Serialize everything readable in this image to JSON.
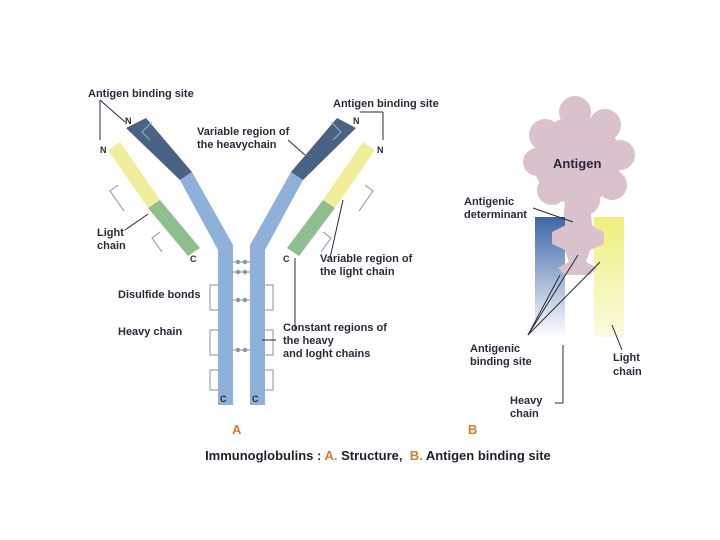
{
  "labels": {
    "antigen_binding_site_left": "Antigen binding site",
    "antigen_binding_site_right": "Antigen binding site",
    "n_terminal": "N",
    "c_terminal": "C",
    "variable_region_heavy_line1": "Variable region of",
    "variable_region_heavy_line2": "the heavychain",
    "light_chain_line1": "Light",
    "light_chain_line2": "chain",
    "disulfide_bonds": "Disulfide bonds",
    "heavy_chain": "Heavy chain",
    "variable_region_light_line1": "Variable region of",
    "variable_region_light_line2": "the light chain",
    "constant_regions_line1": "Constant regions of",
    "constant_regions_line2": "the heavy",
    "constant_regions_line3": "and loght chains",
    "antigen": "Antigen",
    "antigenic_determinant_line1": "Antigenic",
    "antigenic_determinant_line2": "determinant",
    "antigenic_binding_site_line1": "Antigenic",
    "antigenic_binding_site_line2": "binding site",
    "light_chain_b_line1": "Light",
    "light_chain_b_line2": "chain",
    "heavy_chain_b_line1": "Heavy",
    "heavy_chain_b_line2": "chain",
    "panel_a": "A",
    "panel_b": "B"
  },
  "caption": {
    "prefix": "Immunoglobulins : ",
    "a": "A.",
    "structure": " Structure,  ",
    "b": "B.",
    "binding": " Antigen binding site"
  },
  "colors": {
    "heavy_chain": "#8fb0d8",
    "heavy_variable": "#4a6284",
    "light_variable": "#f0ee9a",
    "light_constant": "#8fbf8f",
    "antigen": "#d9c2cc",
    "accent": "#e07a2a"
  }
}
